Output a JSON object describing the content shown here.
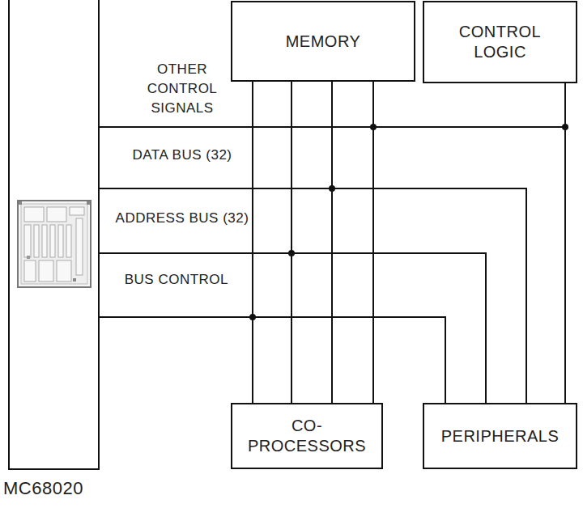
{
  "diagram": {
    "nodes": [
      {
        "text": [
          "MC68020"
        ]
      },
      {
        "text": [
          "MEMORY"
        ]
      },
      {
        "text": [
          "CONTROL LOGIC"
        ]
      },
      {
        "text": [
          "CO- PROCESSORS"
        ]
      },
      {
        "text": [
          "PERIPHERALS"
        ]
      }
    ],
    "edges": [
      {
        "from": 0,
        "to": 1,
        "arrow": "none"
      },
      {
        "from": 0,
        "to": 2,
        "arrow": "none"
      },
      {
        "from": 0,
        "to": 3,
        "arrow": "none"
      },
      {
        "from": 0,
        "to": 4,
        "arrow": "none"
      },
      {
        "from": 0,
        "to": 1,
        "arrow": "none"
      },
      {
        "from": 0,
        "to": 3,
        "arrow": "none"
      },
      {
        "from": 0,
        "to": 4,
        "arrow": "none"
      },
      {
        "from": 0,
        "to": 1,
        "arrow": "none"
      },
      {
        "from": 0,
        "to": 3,
        "arrow": "none"
      },
      {
        "from": 0,
        "to": 4,
        "arrow": "none"
      },
      {
        "from": 0,
        "to": 1,
        "arrow": "none"
      },
      {
        "from": 0,
        "to": 3,
        "arrow": "none"
      },
      {
        "from": 0,
        "to": 4,
        "arrow": "none"
      }
    ],
    "labels": [
      "OTHER CONTROL SIGNALS",
      "DATA BUS (32)",
      "ADDRESS BUS (32)",
      "BUS CONTROL"
    ]
  }
}
